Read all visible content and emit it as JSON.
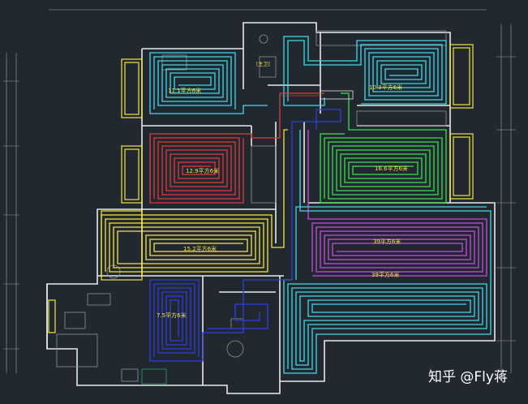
{
  "drawing": {
    "room_tag": "[主卫]",
    "watermark": "知乎 @Fly蒋",
    "background": "#212830",
    "wall_color": "#e8e8e8",
    "zones": [
      {
        "id": "z1",
        "label": "11.1平方6米",
        "color": "#41d9e8"
      },
      {
        "id": "z2",
        "label": "10.3平方6米",
        "color": "#41d9e8"
      },
      {
        "id": "z3",
        "label": "12.9平方6米",
        "color": "#e23a3a"
      },
      {
        "id": "z4",
        "label": "16.6平方6米",
        "color": "#3be04a"
      },
      {
        "id": "z5",
        "label": "15.2平方6米",
        "color": "#f2e640"
      },
      {
        "id": "z6",
        "label": "39平方6米",
        "color": "#c94ce0"
      },
      {
        "id": "z7",
        "label": "39平方6米",
        "color": "#41d9e8"
      },
      {
        "id": "z8",
        "label": "7.5平方6米",
        "color": "#2f3de0"
      }
    ]
  }
}
